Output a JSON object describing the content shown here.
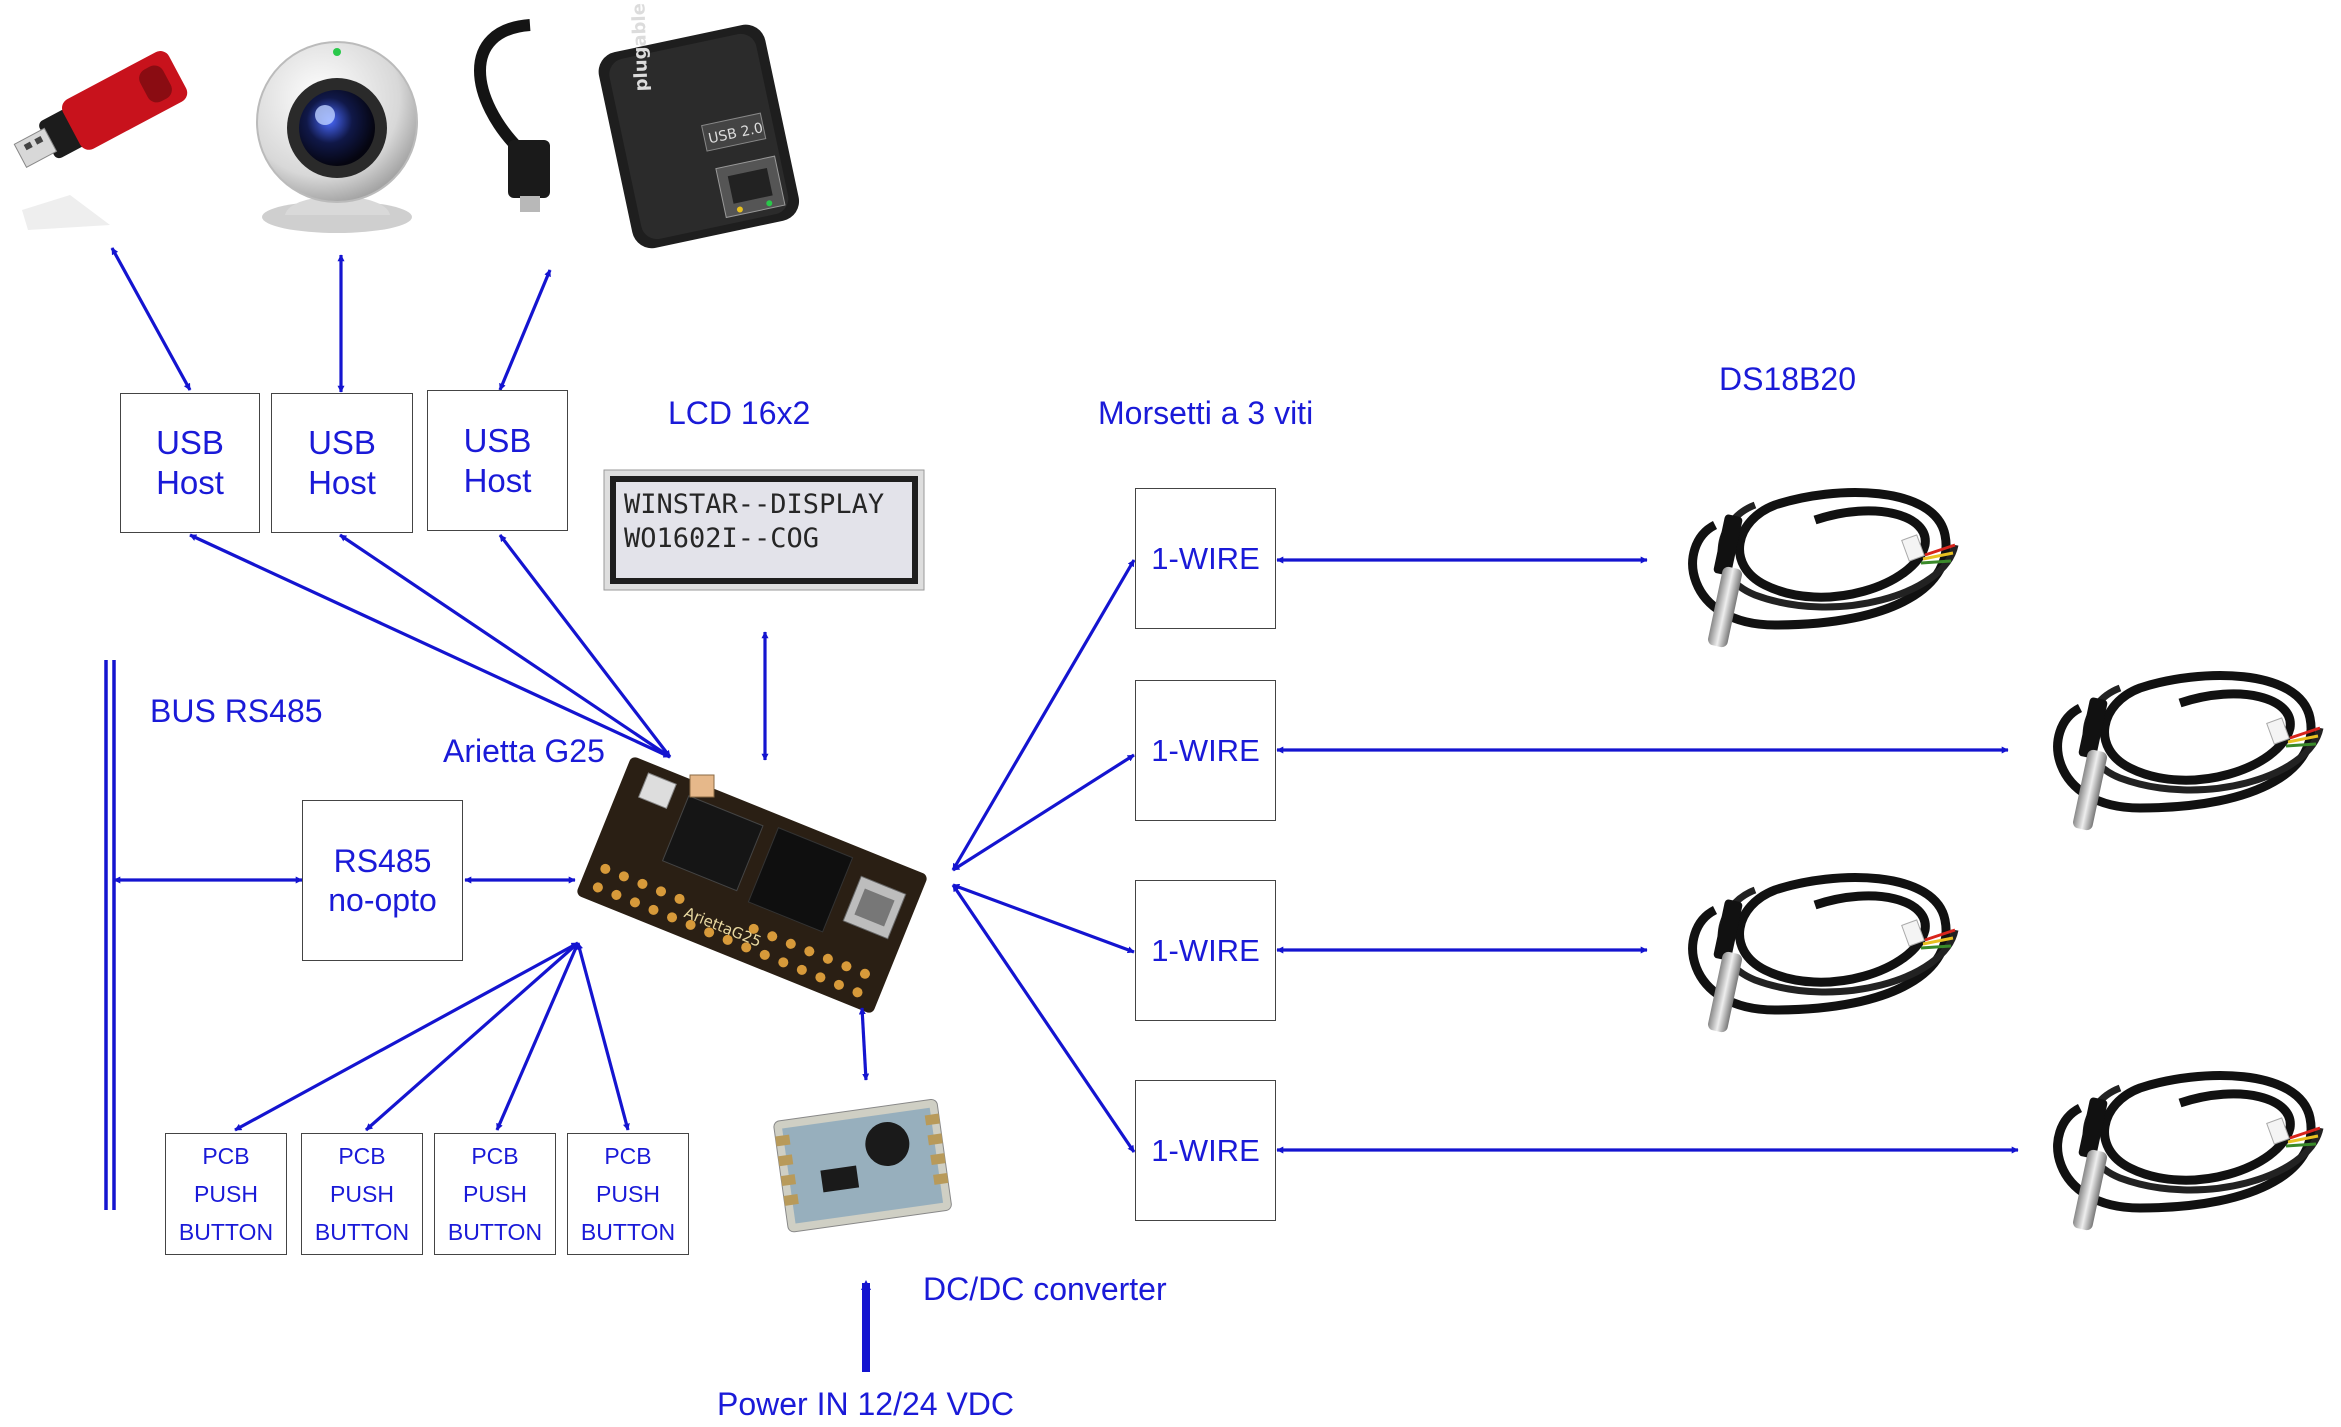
{
  "labels": {
    "lcd_title": "LCD 16x2",
    "terminals_title": "Morsetti a 3 viti",
    "sensor_title": "DS18B20",
    "bus": "BUS RS485",
    "board": "Arietta G25",
    "dcdc": "DC/DC converter",
    "power": "Power IN 12/24 VDC"
  },
  "usb_hosts": [
    {
      "line1": "USB",
      "line2": "Host"
    },
    {
      "line1": "USB",
      "line2": "Host"
    },
    {
      "line1": "USB",
      "line2": "Host"
    }
  ],
  "rs485_box": {
    "line1": "RS485",
    "line2": "no-opto"
  },
  "onewire_boxes": [
    {
      "label": "1-WIRE"
    },
    {
      "label": "1-WIRE"
    },
    {
      "label": "1-WIRE"
    },
    {
      "label": "1-WIRE"
    }
  ],
  "pcb_buttons": [
    {
      "line1": "PCB",
      "line2": "PUSH",
      "line3": "BUTTON"
    },
    {
      "line1": "PCB",
      "line2": "PUSH",
      "line3": "BUTTON"
    },
    {
      "line1": "PCB",
      "line2": "PUSH",
      "line3": "BUTTON"
    },
    {
      "line1": "PCB",
      "line2": "PUSH",
      "line3": "BUTTON"
    }
  ],
  "lcd_display": {
    "row1": "WINSTAR--DISPLAY",
    "row2": "WO1602I--COG"
  },
  "board_silkscreen": "AriettaG25",
  "adapter_brand": "plugable",
  "adapter_badge": "USB 2.0",
  "icons": [
    "usb-flash-drive-icon",
    "webcam-icon",
    "usb-ethernet-adapter-icon",
    "lcd-display-icon",
    "arietta-board-icon",
    "dcdc-module-icon",
    "temperature-probe-icon"
  ],
  "colors": {
    "arrow": "#1414d0",
    "text": "#1a1ad8",
    "box_border": "#444444"
  }
}
